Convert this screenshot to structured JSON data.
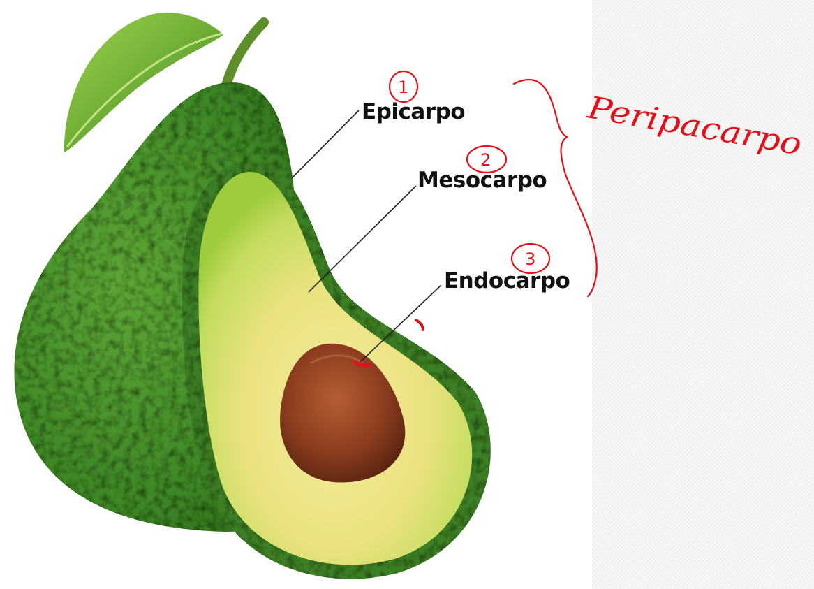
{
  "labels": {
    "epicarp": "Epicarpo",
    "mesocarp": "Mesocarpo",
    "endocarp": "Endocarpo"
  },
  "annotations": {
    "num1": "1",
    "num2": "2",
    "num3": "3",
    "bracket_word": "Peripacarpo"
  },
  "colors": {
    "annotation_red": "#e3101a",
    "skin_dark": "#2f6e22",
    "skin_mid": "#4f9a30",
    "flesh_edge": "#9ccc3c",
    "flesh_center": "#f3ea9a",
    "seed": "#8a3b1e"
  }
}
